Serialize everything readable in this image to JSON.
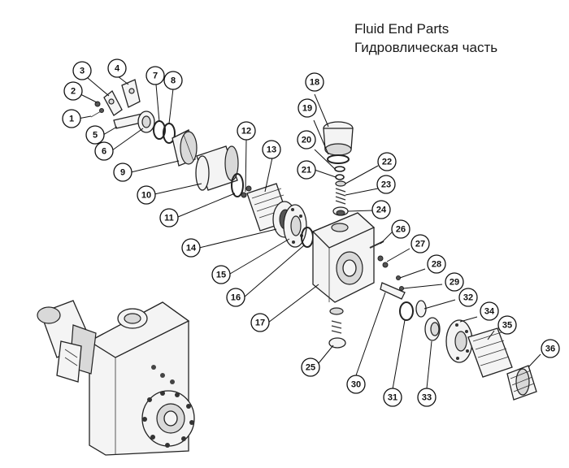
{
  "header": {
    "title_en": "Fluid End Parts",
    "title_ru": "Гидровлическая часть"
  },
  "callouts": [
    "1",
    "2",
    "3",
    "4",
    "5",
    "6",
    "7",
    "8",
    "9",
    "10",
    "11",
    "12",
    "13",
    "14",
    "15",
    "16",
    "17",
    "18",
    "19",
    "20",
    "21",
    "22",
    "23",
    "24",
    "25",
    "26",
    "27",
    "28",
    "29",
    "30",
    "31",
    "32",
    "33",
    "34",
    "35",
    "36"
  ],
  "colors": {
    "line": "#111111",
    "fill": "#f4f4f4",
    "shade": "#d9d9d9"
  }
}
